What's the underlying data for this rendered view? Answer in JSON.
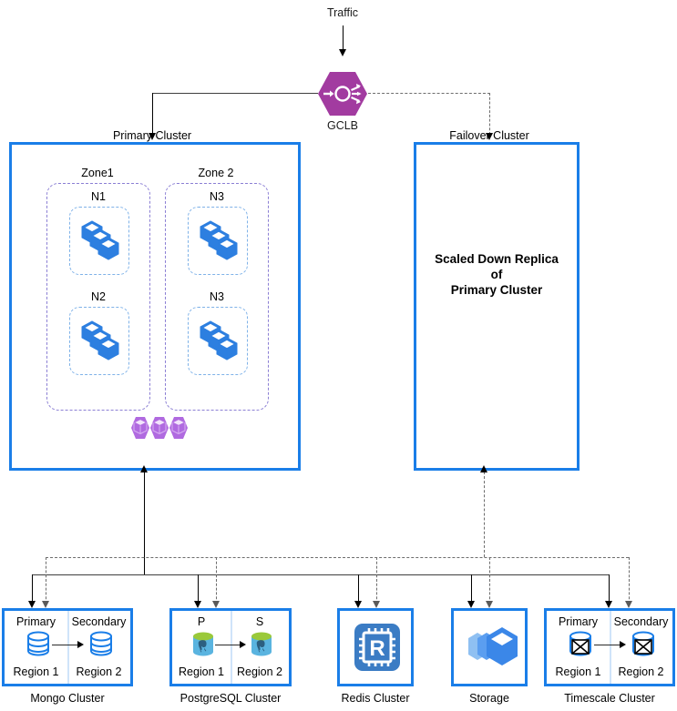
{
  "diagram": {
    "traffic_label": "Traffic",
    "gclb_label": "GCLB",
    "primary_cluster": {
      "title": "Primary Cluster",
      "zones": [
        {
          "label": "Zone1",
          "nodes": [
            {
              "label": "N1"
            },
            {
              "label": "N2"
            }
          ]
        },
        {
          "label": "Zone 2",
          "nodes": [
            {
              "label": "N3"
            },
            {
              "label": "N3"
            }
          ]
        }
      ],
      "pods_icon": "kubernetes-pods-icon"
    },
    "failover_cluster": {
      "title": "Failover Cluster",
      "body_line1": "Scaled Down Replica",
      "body_line2": "of",
      "body_line3": "Primary Cluster"
    },
    "services": [
      {
        "caption": "Mongo Cluster",
        "icon": "database-cylinder-icon",
        "left": {
          "role": "Primary",
          "region": "Region 1"
        },
        "right": {
          "role": "Secondary",
          "region": "Region 2"
        }
      },
      {
        "caption": "PostgreSQL Cluster",
        "icon": "postgresql-elephant-icon",
        "left": {
          "role": "P",
          "region": "Region 1"
        },
        "right": {
          "role": "S",
          "region": "Region 2"
        }
      },
      {
        "caption": "Redis Cluster",
        "icon": "redis-chip-icon"
      },
      {
        "caption": "Storage",
        "icon": "storage-cubes-icon"
      },
      {
        "caption": "Timescale Cluster",
        "icon": "timescale-crossed-cylinder-icon",
        "left": {
          "role": "Primary",
          "region": "Region 1"
        },
        "right": {
          "role": "Secondary",
          "region": "Region 2"
        }
      }
    ]
  },
  "colors": {
    "cluster_border": "#1a7ee8",
    "gclb_fill": "#a23ba0",
    "zone_border": "#8b7fd4",
    "node_border": "#7fb2e8",
    "pod_purple": "#b06ae0",
    "cube_blue": "#2d7fe0",
    "redis_blue": "#3b7cc4",
    "storage_blue": "#3b87e8",
    "postgres_blue": "#5ab4e0",
    "postgres_top": "#9ac93a",
    "solid_line": "#3f3f3f",
    "dashed_line": "#6d6d6d"
  }
}
